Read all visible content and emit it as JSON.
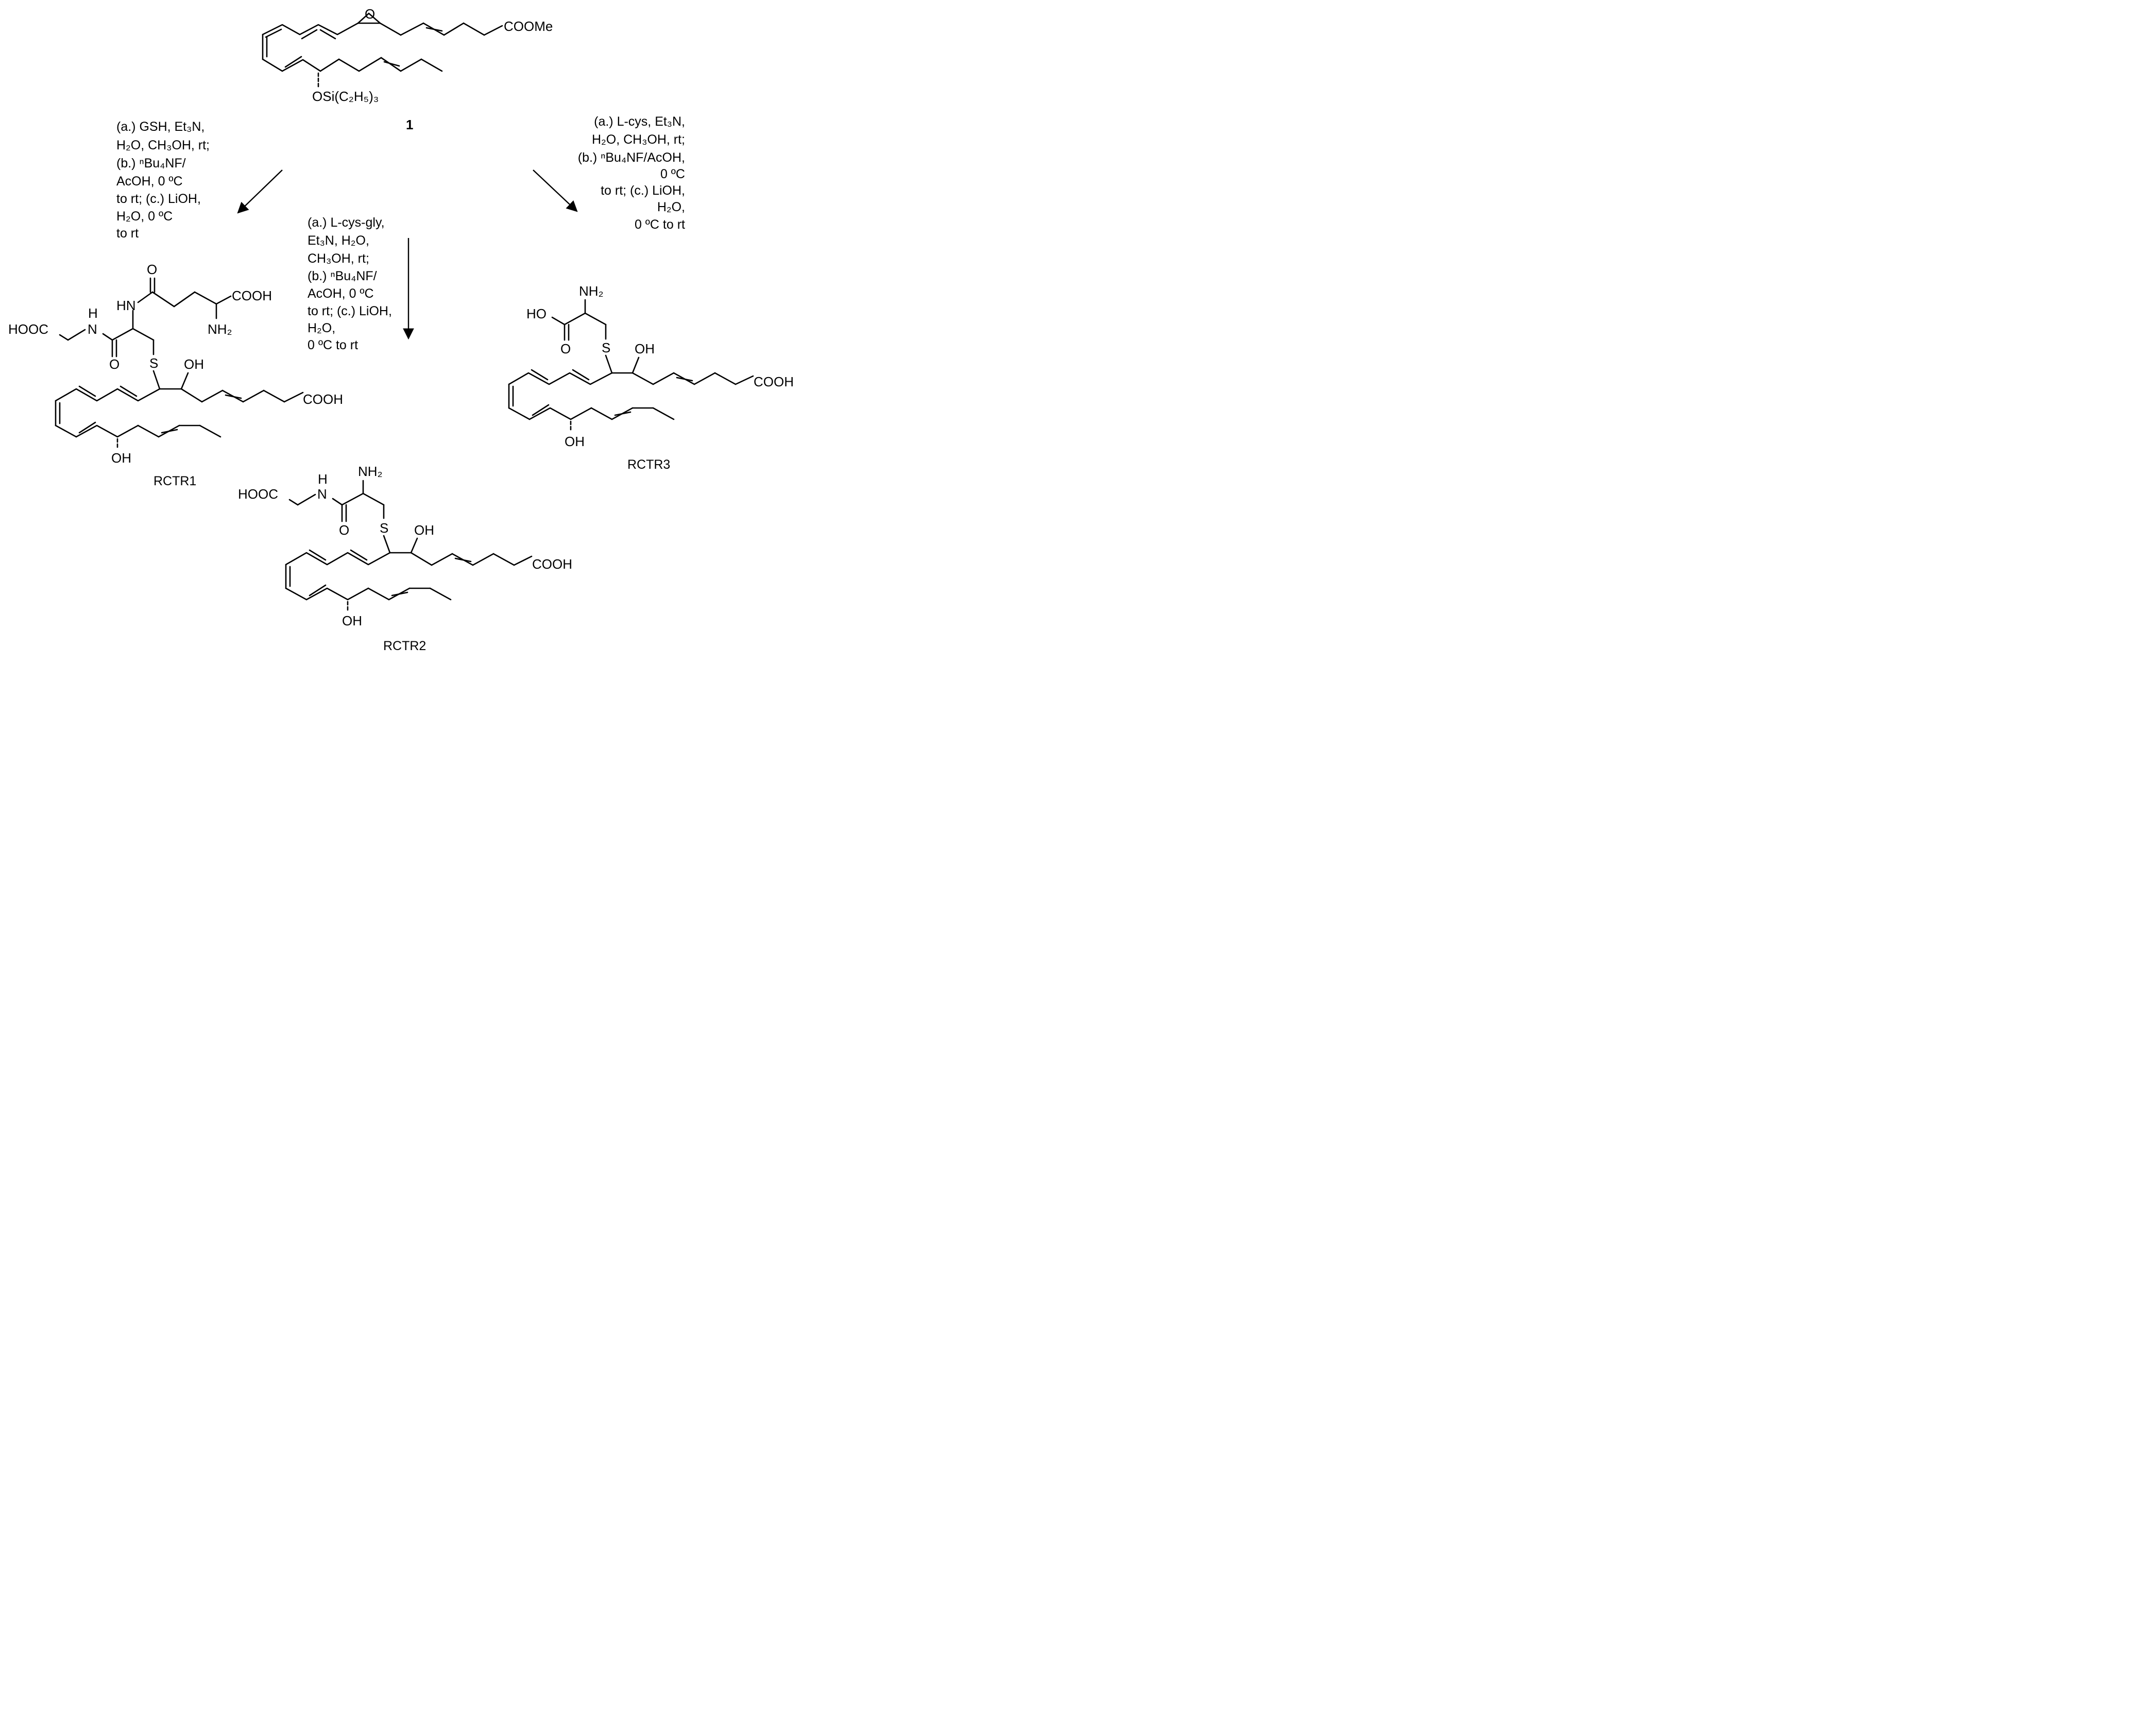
{
  "compound1": {
    "ester": "COOMe",
    "epoxide_o": "O",
    "protecting_group": "OSi(C₂H₅)₃",
    "label": "1"
  },
  "left_route": {
    "conditions": [
      "(a.) GSH, Et₃N,",
      "H₂O, CH₃OH, rt;",
      "(b.) ⁿBu₄NF/",
      "AcOH, 0 ºC",
      "to rt; (c.) LiOH,",
      "H₂O, 0 ºC",
      "to rt"
    ]
  },
  "middle_route": {
    "conditions": [
      "(a.) L-cys-gly,",
      "Et₃N, H₂O,",
      "CH₃OH, rt;",
      "(b.) ⁿBu₄NF/",
      "AcOH, 0 ºC",
      "to rt; (c.) LiOH,",
      "H₂O,",
      "0 ºC to rt"
    ]
  },
  "right_route": {
    "conditions": [
      "(a.) L-cys, Et₃N,",
      "H₂O, CH₃OH, rt;",
      "(b.) ⁿBu₄NF/AcOH,",
      "0 ºC",
      "to rt; (c.) LiOH,",
      "H₂O,",
      "0 ºC to rt"
    ]
  },
  "rctr1": {
    "name": "RCTR1",
    "carbonyl_o": "O",
    "acid_top": "COOH",
    "hn": "HN",
    "h": "H",
    "gly_acid": "HOOC",
    "n": "N",
    "nh2": "NH₂",
    "amide_o": "O",
    "s": "S",
    "oh_top": "OH",
    "acid_chain": "COOH",
    "oh_bottom": "OH"
  },
  "rctr2": {
    "name": "RCTR2",
    "nh2": "NH₂",
    "h": "H",
    "gly_acid": "HOOC",
    "n": "N",
    "amide_o": "O",
    "s": "S",
    "oh_top": "OH",
    "acid_chain": "COOH",
    "oh_bottom": "OH"
  },
  "rctr3": {
    "name": "RCTR3",
    "nh2": "NH₂",
    "ho": "HO",
    "acid_o": "O",
    "s": "S",
    "oh_top": "OH",
    "acid_chain": "COOH",
    "oh_bottom": "OH"
  }
}
